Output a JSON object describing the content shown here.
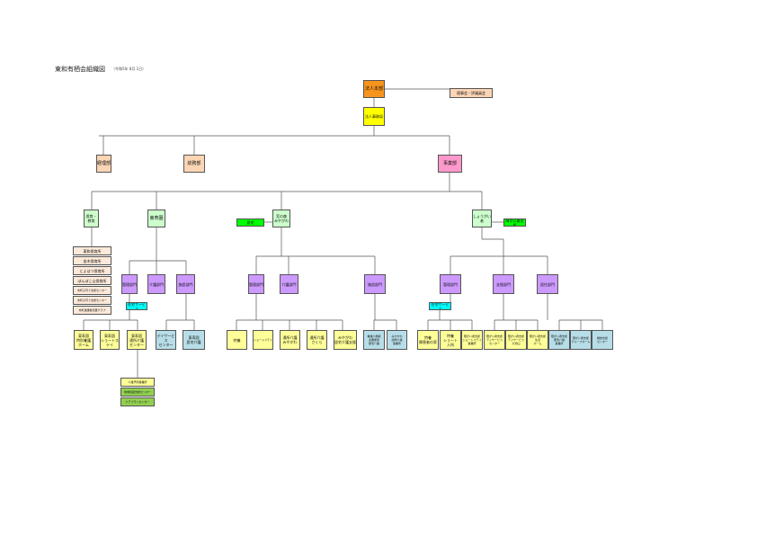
{
  "title": "東和有栖会組織図",
  "subtitle": "（令和5年 8月 1日）",
  "nodes": {
    "houjin": "法人本部",
    "rijikai": "理事会・評議員会",
    "houjin_jimu": "法人事務局",
    "keiri": "経理部",
    "soumu": "総務部",
    "jigyo": "事業部",
    "hoiku_kyoiku": "保育・\n教育",
    "higashi": "東寿園",
    "miyagawa": "宮の森\nみやがわ",
    "kyotaku": "居宅",
    "shogai": "しょうがい\n者",
    "shogai_tag": "障がい者支援",
    "hoikuen": [
      "東和保育所",
      "由木保育所",
      "とよはつ保育所",
      "ぽんぽこ山保育所",
      "市町子育て支援センター",
      "市町子育て支援センター",
      "市町放課後児童クラブ"
    ],
    "higashi_depts": [
      "管理部門",
      "介護部門",
      "施設部門"
    ],
    "higashi_tag": "在宅サービス",
    "higashi_leaves": [
      "東寿園\n特別養護\nホーム",
      "東寿園\nショートステイ",
      "東寿園\n通所介護\nセンター",
      "デイサービス\nセンター",
      "東寿園\n居宅介護"
    ],
    "higashi_sub": [
      "介護予防事業所",
      "地域包括支援センター",
      "ケアプランセンター"
    ],
    "miya_depts": [
      "管理部門",
      "介護部門",
      "施設部門"
    ],
    "miya_leaves": [
      "特養",
      "ショートステイ",
      "通所介護\nみやがわ",
      "通所介護\nさくら",
      "みやがわ\n居宅介護支援",
      "看護小規模\n多機能型\n居宅介護",
      "みやがわ\n訪問介護\n事業所"
    ],
    "sho_depts": [
      "管理部門",
      "支援部門",
      "居住部門"
    ],
    "sho_tag": "在宅サービス",
    "sho_leaves": [
      "特養\n障害者の家",
      "特養\nショート\n入所",
      "障がい者支援\nショートステイ\n事業所",
      "障がい者支援\nデイサービス\nセンター",
      "障がい者支援\nデイサービス\n大須山",
      "障がい者支援\n生活\nホーム",
      "障がい者支援\n居宅介護\n事業所",
      "障がい者支援\nグループホーム",
      "相談支援\nセンター"
    ]
  }
}
